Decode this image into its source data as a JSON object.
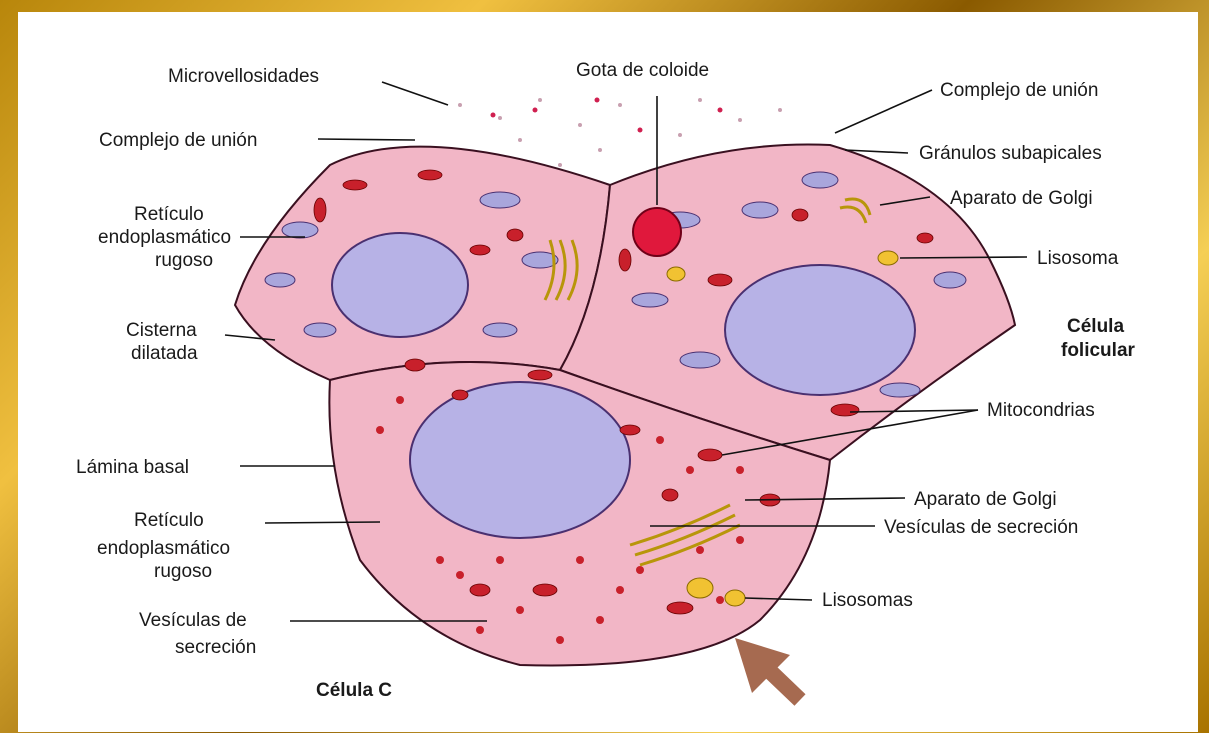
{
  "labels_left": {
    "microvellosidades": "Microvellosidades",
    "complejo_union_left": "Complejo de unión",
    "reticulo_top_1": "Retículo",
    "reticulo_top_2": "endoplasmático",
    "reticulo_top_3": "rugoso",
    "cisterna_1": "Cisterna",
    "cisterna_2": "dilatada",
    "lamina_basal": "Lámina basal",
    "reticulo_bottom_1": "Retículo",
    "reticulo_bottom_2": "endoplasmático",
    "reticulo_bottom_3": "rugoso",
    "vesiculas_left_1": "Vesículas de",
    "vesiculas_left_2": "secreción",
    "celula_c": "Célula C"
  },
  "labels_right": {
    "gota_coloide": "Gota de coloide",
    "complejo_union_right": "Complejo de unión",
    "granulos": "Gránulos subapicales",
    "golgi_top": "Aparato de Golgi",
    "lisosoma": "Lisosoma",
    "celula_folicular_1": "Célula",
    "celula_folicular_2": "folicular",
    "mitocondrias": "Mitocondrias",
    "golgi_bottom": "Aparato de Golgi",
    "vesiculas_right": "Vesículas de secreción",
    "lisosomas": "Lisosomas"
  },
  "colors": {
    "frame_gold": "#d4a017",
    "cytoplasm": "#f2b6c6",
    "nucleus": "#b7b2e6",
    "reticulum": "#a9a6dc",
    "mitochondria": "#c8202b",
    "golgi": "#f1d23a",
    "colloid_drop": "#e0183c",
    "pointer_arrow": "#a66a50"
  }
}
